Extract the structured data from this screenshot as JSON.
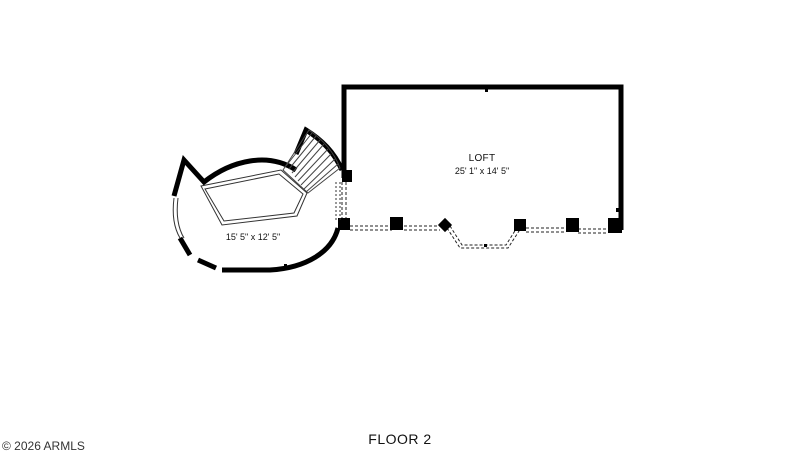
{
  "floor": {
    "label": "FLOOR 2"
  },
  "rooms": [
    {
      "id": "loft",
      "name": "LOFT",
      "dimensions": "25' 1\" x 14' 5\""
    },
    {
      "id": "round-room",
      "name": "",
      "dimensions": "15' 5\" x 12' 5\""
    }
  ],
  "copyright": "© 2026 ARMLS",
  "colors": {
    "wall": "#000000",
    "background": "#ffffff",
    "detail": "#333333"
  }
}
